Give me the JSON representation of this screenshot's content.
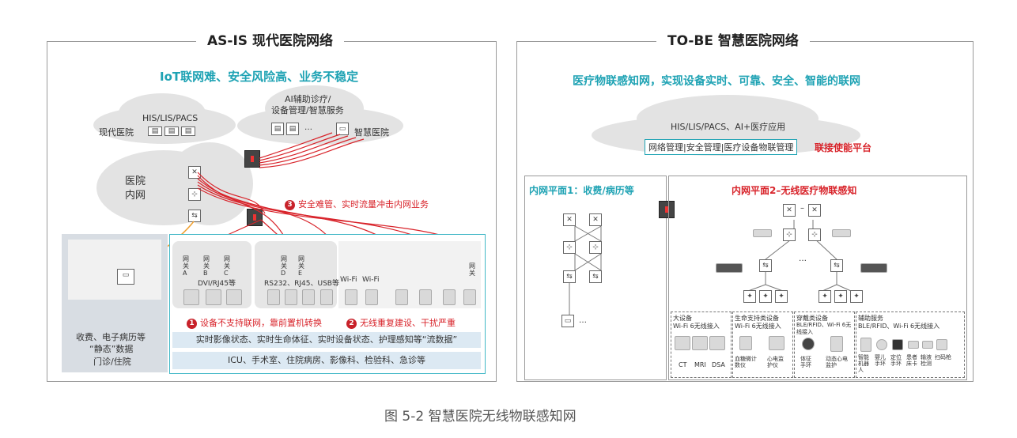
{
  "asis": {
    "title": "AS-IS  现代医院网络",
    "headline": "IoT联网难、安全风险高、业务不稳定",
    "cloud_his": "HIS/LIS/PACS",
    "cloud_modern": "现代医院",
    "cloud_ai": "AI辅助诊疗/设备管理/智慧服务",
    "cloud_ai_line1": "AI辅助诊疗/",
    "cloud_ai_line2": "设备管理/智慧服务",
    "ellipsis": "…",
    "cloud_smart": "智慧医院",
    "intranet_line1": "医院",
    "intranet_line2": "内网",
    "issue3": "安全难管、实时流量冲击内网业务",
    "issue1": "设备不支持联网，靠前置机转换",
    "issue2": "无线重复建设、干扰严重",
    "gateways": [
      "网关A",
      "网关B",
      "网关C",
      "网关D",
      "网关E",
      "网关"
    ],
    "gw_a": "网关A",
    "gw_b": "网关B",
    "gw_c": "网关C",
    "gw_d": "网关D",
    "gw_e": "网关E",
    "gw_f": "网关",
    "gw_group1_note": "DVI/RJ45等",
    "gw_group2_note": "RS232、RJ45、USB等",
    "wifi1": "Wi-Fi",
    "wifi2": "Wi-Fi",
    "static_data": "收费、电子病历等“静态”数据",
    "static_line1": "收费、电子病历等",
    "static_line2": "“静态”数据",
    "static_place": "门诊/住院",
    "stream_data": "实时影像状态、实时生命体征、实时设备状态、护理感知等“流数据”",
    "departments": "ICU、手术室、住院病房、影像科、检验科、急诊等",
    "badge1": "1",
    "badge2": "2",
    "badge3": "3"
  },
  "tobe": {
    "title": "TO-BE  智慧医院网络",
    "headline": "医疗物联感知网，实现设备实时、可靠、安全、智能的联网",
    "cloud_his": "HIS/LIS/PACS、AI+医疗应用",
    "platform_box": "网络管理|安全管理|医疗设备物联管理",
    "platform_label": "联接使能平台",
    "plane1": "内网平面1：收费/病历等",
    "plane2": "内网平面2–无线医疗物联感知",
    "ellipsis": "…",
    "cat1": {
      "title": "大设备",
      "sub": "Wi-Fi 6无线接入",
      "items": [
        "CT",
        "MRI",
        "DSA"
      ]
    },
    "cat2": {
      "title": "生命支持类设备",
      "sub": "Wi-Fi 6无线接入",
      "items": [
        "血糖微计数仪",
        "心电监护仪"
      ]
    },
    "cat3": {
      "title": "穿戴类设备",
      "sub": "BLE/RFID、Wi-Fi 6无线接入",
      "items": [
        "体征手环",
        "动态心电监护"
      ]
    },
    "cat4": {
      "title": "辅助服务",
      "sub": "BLE/RFID、Wi-Fi 6无线接入",
      "items": [
        "智能机器人",
        "婴儿手环",
        "定位手环",
        "患者床卡",
        "输液检测",
        "扫码枪"
      ]
    }
  },
  "caption": "图 5-2 智慧医院无线物联感知网",
  "colors": {
    "teal": "#1fa3b4",
    "red": "#d8232a",
    "cloud": "#e3e3e3",
    "strip": "#dce9f3"
  }
}
